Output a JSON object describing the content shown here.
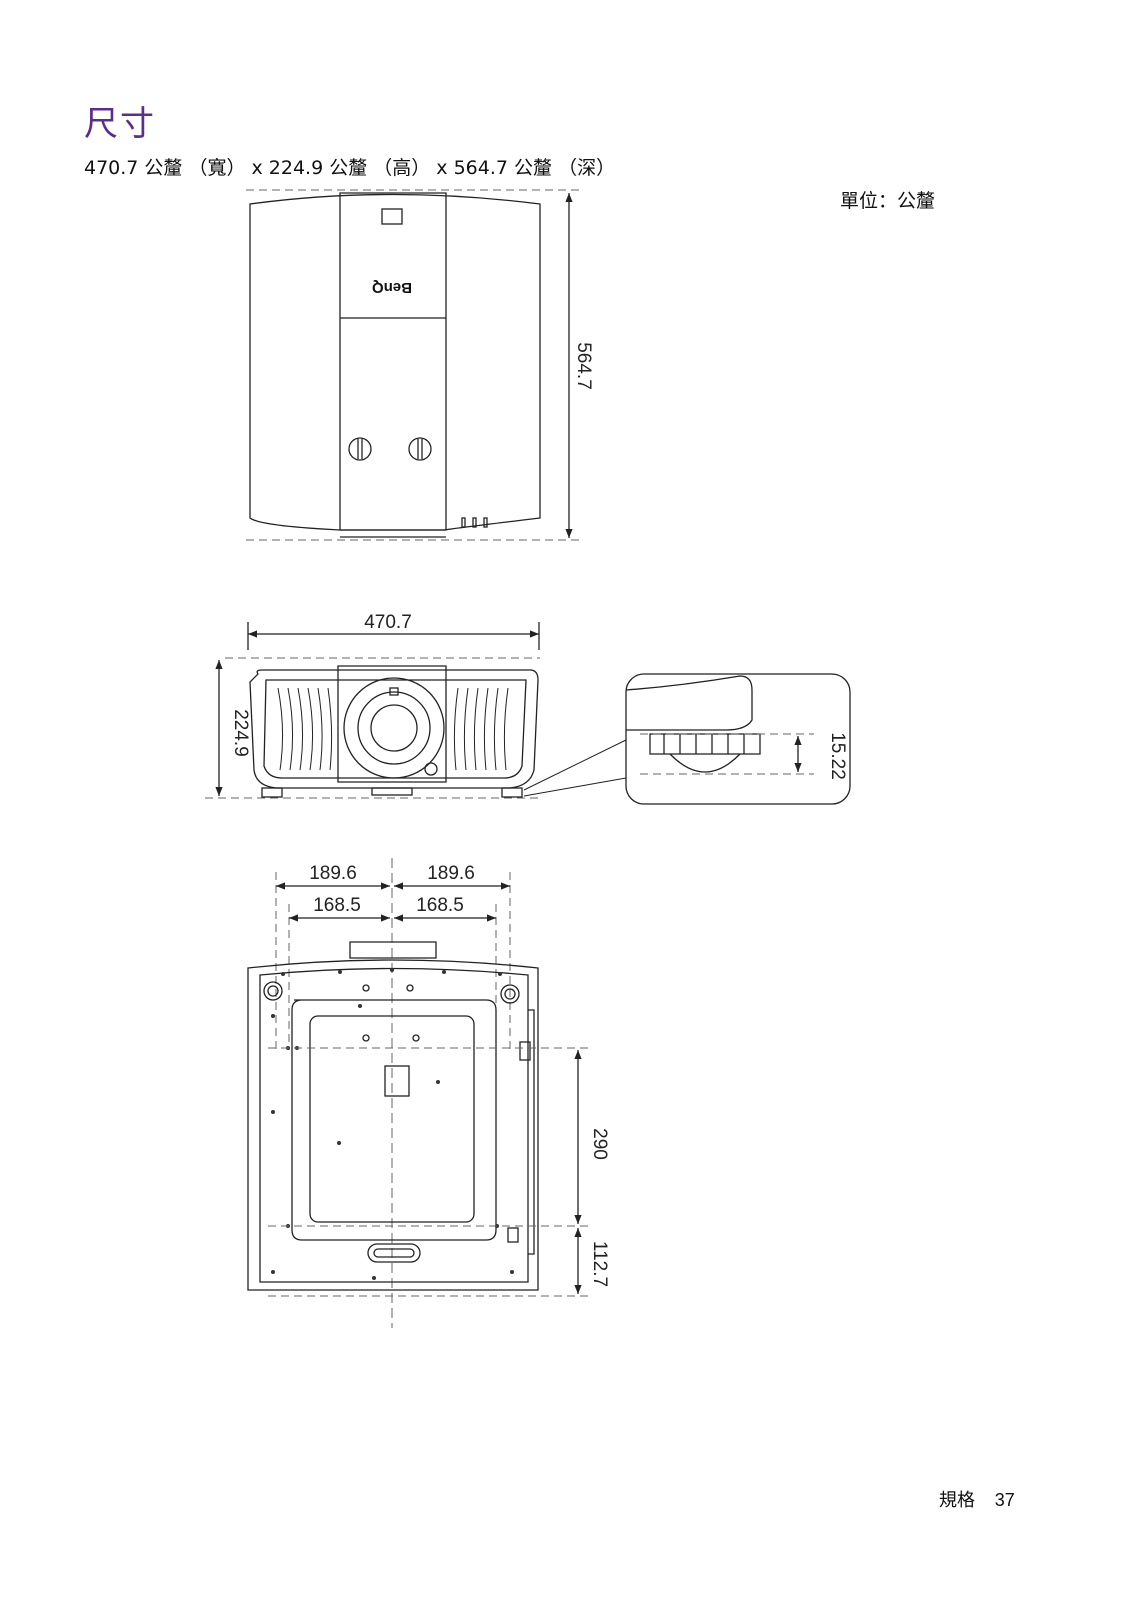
{
  "section_title": "尺寸",
  "spec_line": "470.7 公釐 （寬） x 224.9 公釐 （高） x 564.7 公釐 （深）",
  "unit_label": "單位：公釐",
  "brand_label": "BenQ",
  "dimensions": {
    "depth": "564.7",
    "width": "470.7",
    "height": "224.9",
    "foot_height": "15.22",
    "mount_half_outer_left": "189.6",
    "mount_half_outer_right": "189.6",
    "mount_half_inner_left": "168.5",
    "mount_half_inner_right": "168.5",
    "mount_spacing": "290",
    "mount_rear_offset": "112.7"
  },
  "footer": {
    "section": "規格",
    "page": "37"
  }
}
